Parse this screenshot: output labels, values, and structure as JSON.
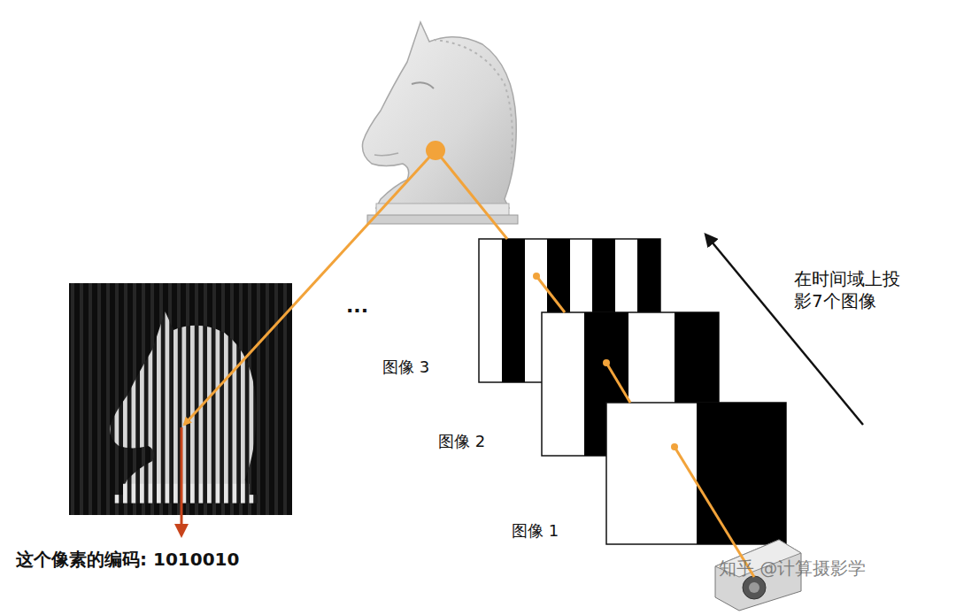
{
  "diagram": {
    "labels": [
      "图像 3",
      "图像 2",
      "图像 1",
      "...",
      "在时间域上投 影7个图像",
      "这个像素的编码: 1010010",
      "知乎 @计算摄影学"
    ]
  }
}
